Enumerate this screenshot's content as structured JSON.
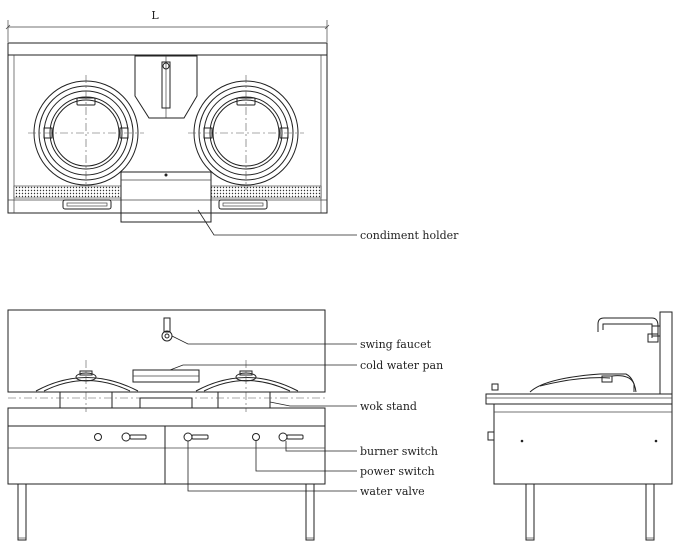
{
  "dimension": {
    "width_label": "L"
  },
  "labels": {
    "condiment_holder": "condiment holder",
    "swing_faucet": "swing faucet",
    "cold_water_pan": "cold water pan",
    "wok_stand": "wok stand",
    "burner_switch": "burner switch",
    "power_switch": "power switch",
    "water_valve": "water valve"
  }
}
